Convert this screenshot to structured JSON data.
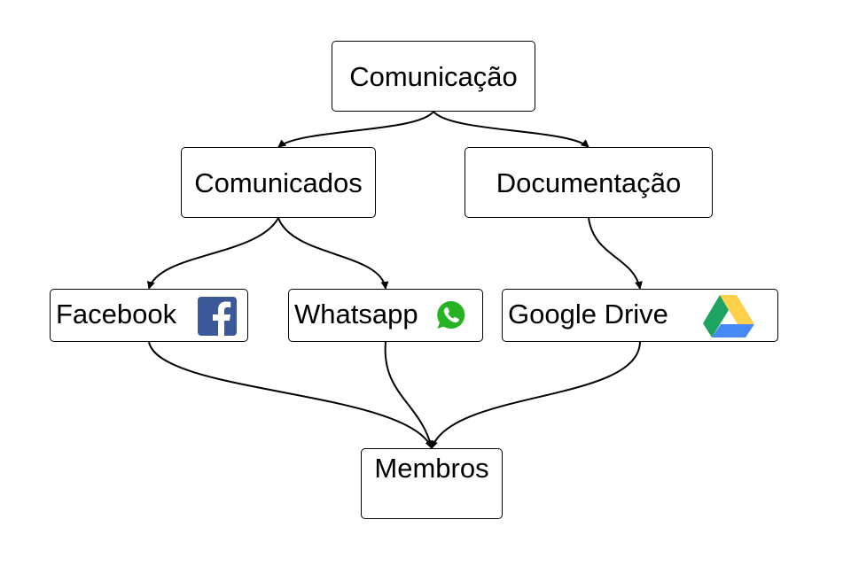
{
  "diagram": {
    "nodes": {
      "comunicacao": "Comunicação",
      "comunicados": "Comunicados",
      "documentacao": "Documentação",
      "facebook": "Facebook",
      "whatsapp": "Whatsapp",
      "google_drive": "Google Drive",
      "membros": "Membros"
    },
    "edges": [
      {
        "from": "Comunicação",
        "to": "Comunicados"
      },
      {
        "from": "Comunicação",
        "to": "Documentação"
      },
      {
        "from": "Comunicados",
        "to": "Facebook"
      },
      {
        "from": "Comunicados",
        "to": "Whatsapp"
      },
      {
        "from": "Documentação",
        "to": "Google Drive"
      },
      {
        "from": "Facebook",
        "to": "Membros"
      },
      {
        "from": "Whatsapp",
        "to": "Membros"
      },
      {
        "from": "Google Drive",
        "to": "Membros"
      }
    ],
    "icons": {
      "facebook": "facebook-icon",
      "whatsapp": "whatsapp-icon",
      "google_drive": "google-drive-icon"
    },
    "colors": {
      "line": "#000000",
      "node_border": "#000000",
      "facebook_blue": "#3b5998",
      "whatsapp_green": "#25b324",
      "drive_green": "#1da462",
      "drive_yellow": "#ffd04b",
      "drive_blue": "#4688f4"
    }
  }
}
